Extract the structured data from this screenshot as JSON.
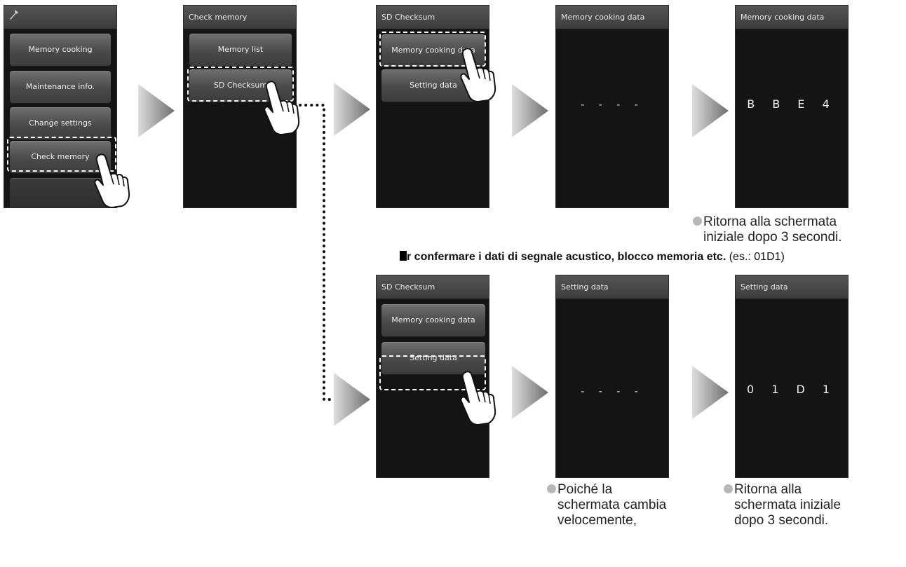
{
  "screen1": {
    "header_icon": "wrench-icon",
    "buttons": [
      "Memory cooking",
      "Maintenance info.",
      "Change settings",
      "Check memory"
    ],
    "selected": "Check memory"
  },
  "screen2": {
    "title": "Check memory",
    "buttons": [
      "Memory list",
      "SD Checksum"
    ],
    "selected": "SD Checksum"
  },
  "screen3": {
    "title": "SD Checksum",
    "buttons": [
      "Memory cooking data",
      "Setting data"
    ],
    "selected": "Memory cooking data"
  },
  "screen4": {
    "title": "Memory cooking data",
    "value": "- - - -"
  },
  "screen5": {
    "title": "Memory cooking data",
    "value": "B B E 4"
  },
  "note_top_right": [
    "Ritorna alla schermata",
    "iniziale dopo 3 secondi."
  ],
  "subtitle": {
    "lead_fragment": "r confermare i dati di segnale acustico, blocco memoria etc.",
    "example": "(es.: 01D1)"
  },
  "screen6": {
    "title": "SD Checksum",
    "buttons": [
      "Memory cooking data",
      "Setting data"
    ],
    "selected": "Setting data"
  },
  "screen7": {
    "title": "Setting data",
    "value": "- - - -"
  },
  "screen8": {
    "title": "Setting data",
    "value": "0 1 D 1"
  },
  "note_bottom_middle": [
    "Poiché la",
    "schermata cambia",
    "velocemente,"
  ],
  "note_bottom_right": [
    "Ritorna alla",
    "schermata iniziale",
    "dopo 3 secondi."
  ],
  "colors": {
    "screen_bg": "#141414",
    "header_bg": "#4a4a4a",
    "button": "#5a5a5a",
    "arrow": "#9a9a9a"
  }
}
